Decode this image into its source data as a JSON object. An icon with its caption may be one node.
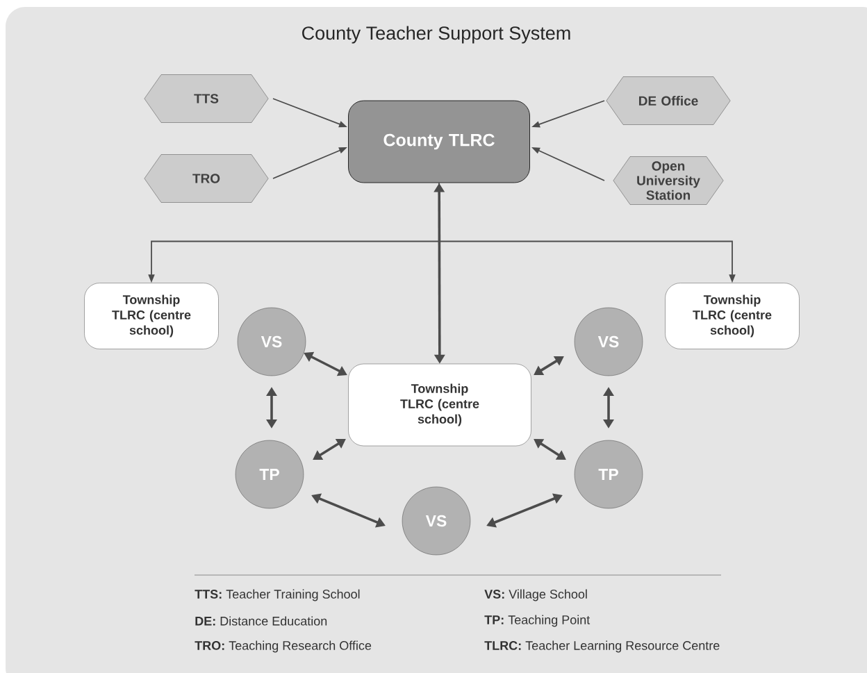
{
  "diagram": {
    "title": "County Teacher Support System",
    "nodes": [
      {
        "text": [
          "TTS"
        ]
      },
      {
        "text": [
          "TRO"
        ]
      },
      {
        "text": [
          "County TLRC"
        ]
      },
      {
        "text": [
          "DE Office"
        ]
      },
      {
        "text": [
          "Open University Station"
        ]
      },
      {
        "text": [
          "Township TLRC (centre school)"
        ]
      },
      {
        "text": [
          "VS"
        ]
      },
      {
        "text": [
          "Township TLRC (centre school)"
        ]
      },
      {
        "text": [
          "Township TLRC (centre school)"
        ]
      },
      {
        "text": [
          "VS"
        ]
      },
      {
        "text": [
          "TP"
        ]
      },
      {
        "text": [
          "TP"
        ]
      },
      {
        "text": [
          "VS"
        ]
      }
    ],
    "edges": [
      {
        "from": 0,
        "to": 2,
        "arrow": "to"
      },
      {
        "from": 1,
        "to": 2,
        "arrow": "to"
      },
      {
        "from": 3,
        "to": 2,
        "arrow": "to"
      },
      {
        "from": 4,
        "to": 2,
        "arrow": "to"
      },
      {
        "from": 2,
        "to": 7,
        "arrow": "both"
      },
      {
        "from": 2,
        "to": 5,
        "arrow": "to"
      },
      {
        "from": 2,
        "to": 8,
        "arrow": "to"
      },
      {
        "from": 6,
        "to": 7,
        "arrow": "both"
      },
      {
        "from": 9,
        "to": 7,
        "arrow": "both"
      },
      {
        "from": 10,
        "to": 7,
        "arrow": "both"
      },
      {
        "from": 7,
        "to": 11,
        "arrow": "both"
      },
      {
        "from": 6,
        "to": 10,
        "arrow": "both"
      },
      {
        "from": 9,
        "to": 11,
        "arrow": "both"
      },
      {
        "from": 10,
        "to": 12,
        "arrow": "both"
      },
      {
        "from": 12,
        "to": 11,
        "arrow": "both"
      }
    ],
    "labels": [
      "**TTS:** Teacher Training School",
      "**VS:** Village School",
      "**DE:** Distance Education",
      "**TP:** Teaching Point",
      "**TRO:** Teaching Research Office",
      "**TLRC:** Teacher Learning Resource Centre"
    ]
  }
}
